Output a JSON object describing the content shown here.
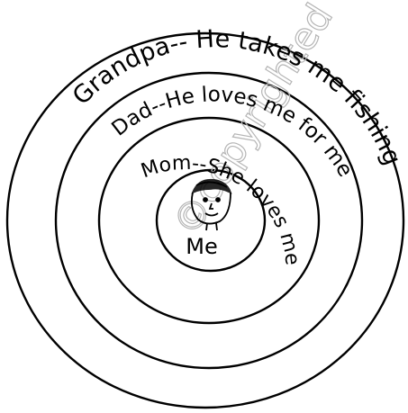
{
  "rings": [
    {
      "id": "grandpa",
      "label": "Grandpa-- He takes me fishing"
    },
    {
      "id": "dad",
      "label": "Dad--He loves me for me"
    },
    {
      "id": "mom",
      "label": "Mom--She loves me"
    },
    {
      "id": "me",
      "label": "Me"
    }
  ],
  "watermark": "©copyrighted",
  "colors": {
    "ink": "#000000",
    "watermark": "#b5b5b5",
    "background": "#ffffff"
  },
  "icons": {
    "center": "child-face-icon"
  }
}
